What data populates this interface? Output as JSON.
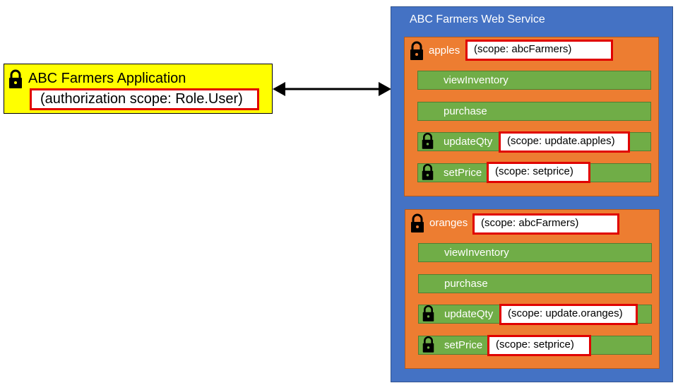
{
  "application": {
    "title": "ABC Farmers Application",
    "scope": "(authorization scope: Role.User)"
  },
  "service": {
    "title": "ABC Farmers Web Service",
    "resources": [
      {
        "name": "apples",
        "scope": "(scope: abcFarmers)",
        "operations": [
          {
            "label": "viewInventory"
          },
          {
            "label": "purchase"
          },
          {
            "label": "updateQty",
            "scope": "(scope: update.apples)"
          },
          {
            "label": "setPrice",
            "scope": "(scope: setprice)"
          }
        ]
      },
      {
        "name": "oranges",
        "scope": "(scope: abcFarmers)",
        "operations": [
          {
            "label": "viewInventory"
          },
          {
            "label": "purchase"
          },
          {
            "label": "updateQty",
            "scope": "(scope: update.oranges)"
          },
          {
            "label": "setPrice",
            "scope": "(scope: setprice)"
          }
        ]
      }
    ]
  },
  "colors": {
    "application_fill": "#ffff00",
    "service_fill": "#4472c4",
    "resource_fill": "#ed7d31",
    "operation_fill": "#70ad47",
    "scope_border": "#e00000"
  },
  "icons": [
    "lock-icon",
    "double-arrow-connector"
  ]
}
